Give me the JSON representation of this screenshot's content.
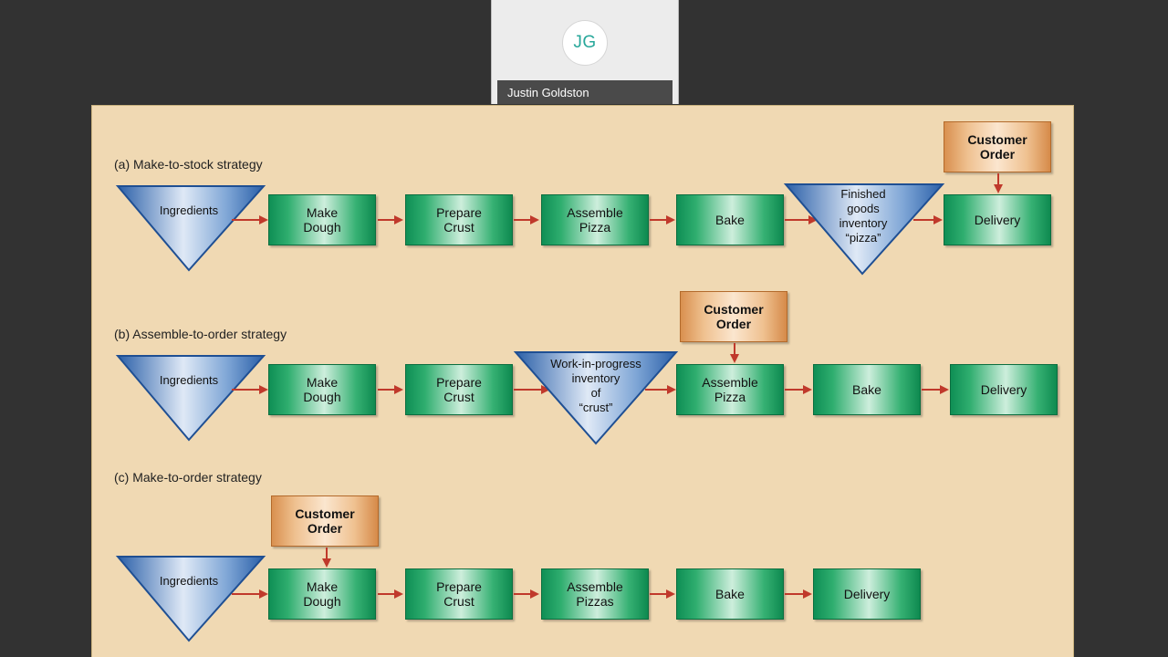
{
  "participant": {
    "initials": "JG",
    "name": "Justin Goldston"
  },
  "slide": {
    "sections": [
      {
        "label": "(a) Make-to-stock strategy",
        "customer_order": "Customer\nOrder",
        "steps": [
          "Ingredients",
          "Make\nDough",
          "Prepare\nCrust",
          "Assemble\nPizza",
          "Bake",
          "Finished\ngoods\ninventory\n“pizza”",
          "Delivery"
        ]
      },
      {
        "label": "(b) Assemble-to-order strategy",
        "customer_order": "Customer\nOrder",
        "steps": [
          "Ingredients",
          "Make\nDough",
          "Prepare\nCrust",
          "Work-in-progress\ninventory\nof\n“crust”",
          "Assemble\nPizza",
          "Bake",
          "Delivery"
        ]
      },
      {
        "label": "(c) Make-to-order strategy",
        "customer_order": "Customer\nOrder",
        "steps": [
          "Ingredients",
          "Make\nDough",
          "Prepare\nCrust",
          "Assemble\nPizzas",
          "Bake",
          "Delivery"
        ]
      }
    ]
  },
  "colors": {
    "background": "#323232",
    "slide": "#f0d9b3",
    "process_box": "#2fae6f",
    "order_box": "#efc190",
    "inventory_triangle": "#4a7fc0",
    "arrow": "#c0392b"
  }
}
